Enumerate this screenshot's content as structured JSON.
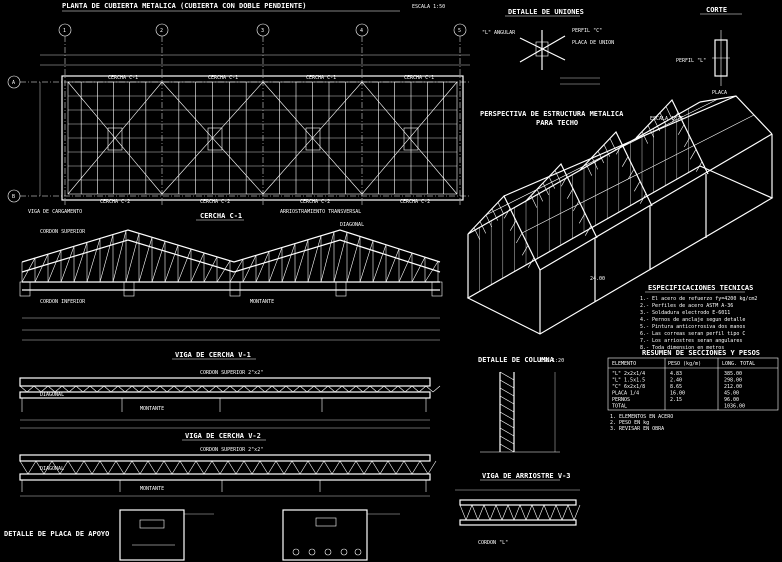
{
  "main_title": "PLANTA DE CUBIERTA METALICA (CUBIERTA CON DOBLE PENDIENTE)",
  "scale_note": "ESCALA 1:50",
  "plan": {
    "axis_numbers": [
      "1",
      "2",
      "3",
      "4",
      "5"
    ],
    "axis_letters": [
      "A",
      "B"
    ],
    "cercha_labels": [
      "CERCHA C-1",
      "CERCHA C-1",
      "CERCHA C-1",
      "CERCHA C-1"
    ],
    "lower_labels": [
      "CERCHA C-2",
      "CERCHA C-2",
      "CERCHA C-2",
      "CERCHA C-2"
    ],
    "note_left": "VIGA DE CARGAMENTO",
    "note_right": "ARRIOSTRAMIENTO TRANSVERSAL"
  },
  "detail_uniones": {
    "title": "DETALLE DE UNIONES",
    "labels": [
      "\"L\" ANGULAR",
      "PERFIL \"C\"",
      "PLACA DE UNION"
    ]
  },
  "corte": {
    "title": "CORTE",
    "labels": [
      "PERFIL \"L\"",
      "PLACA"
    ]
  },
  "perspective": {
    "title": "PERSPECTIVA DE ESTRUCTURA METALICA",
    "subtitle": "PARA TECHO",
    "scale": "ESCALA 1:75"
  },
  "cercha_c1": {
    "title": "CERCHA C-1",
    "labels": [
      "CORDON SUPERIOR",
      "CORDON INFERIOR",
      "MONTANTE",
      "DIAGONAL"
    ]
  },
  "viga_cercha_v1": {
    "title": "VIGA DE CERCHA V-1",
    "labels": [
      "CORDON SUPERIOR 2\"x2\"",
      "MONTANTE",
      "DIAGONAL"
    ]
  },
  "viga_cercha_v2": {
    "title": "VIGA DE CERCHA V-2",
    "labels": [
      "CORDON SUPERIOR 2\"x2\"",
      "MONTANTE",
      "DIAGONAL"
    ]
  },
  "specs": {
    "title": "ESPECIFICACIONES TECNICAS",
    "items": [
      "1.- El acero de refuerzo fy=4200 kg/cm2",
      "2.- Perfiles de acero ASTM A-36",
      "3.- Soldadura electrodo E-6011",
      "4.- Pernos de anclaje segun detalle",
      "5.- Pintura anticorrosiva dos manos",
      "6.- Las correas seran perfil tipo C",
      "7.- Los arriostres seran angulares",
      "8.- Toda dimension en metros"
    ]
  },
  "table": {
    "title": "RESUMEN DE SECCIONES Y PESOS",
    "headers": [
      "ELEMENTO",
      "PESO (kg/m)",
      "LONG. TOTAL"
    ],
    "rows": [
      [
        "\"L\" 2x2x1/4",
        "4.83",
        "385.00"
      ],
      [
        "\"L\" 1.5x1.5",
        "2.40",
        "298.00"
      ],
      [
        "\"C\" 6x2x1/8",
        "8.65",
        "212.00"
      ],
      [
        "PLACA 1/4",
        "16.00",
        "45.00"
      ],
      [
        "PERNOS",
        "2.15",
        "96.00"
      ],
      [
        "TOTAL",
        "",
        "1036.00"
      ]
    ],
    "notes": [
      "1. ELEMENTOS EN ACERO",
      "2. PESO EN kg",
      "3. REVISAR EN OBRA"
    ]
  },
  "detalle_columna": {
    "title": "DETALLE DE COLUMNA",
    "scale": "ESC 1:20"
  },
  "viga_arrostre": {
    "title": "VIGA DE ARRIOSTRE V-3",
    "label": "CORDON \"L\""
  },
  "detalle_placa": {
    "title": "DETALLE DE PLACA DE APOYO"
  }
}
